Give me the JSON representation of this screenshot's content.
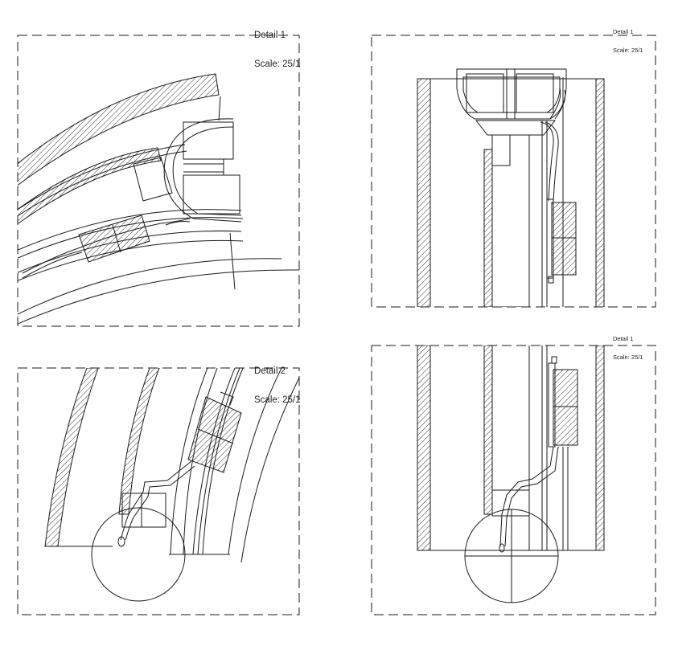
{
  "details": [
    {
      "id": "top-left",
      "title": "Detail 1",
      "scale": "Scale: 25/1"
    },
    {
      "id": "top-right",
      "title": "Detail 1",
      "scale": "Scale: 25/1"
    },
    {
      "id": "bottom-left",
      "title": "Detail 2",
      "scale": "Scale: 25/1"
    },
    {
      "id": "bottom-right",
      "title": "Detail 1",
      "scale": "Scale: 25/1"
    }
  ],
  "colors": {
    "line": "#1a1a1a",
    "paper": "#ffffff"
  }
}
